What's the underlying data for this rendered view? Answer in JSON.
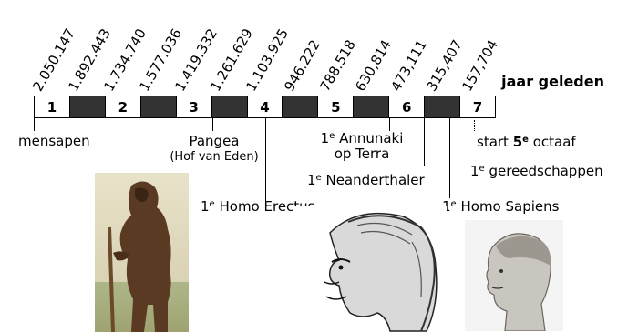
{
  "years": [
    "2.050.147",
    "1.892.443",
    "1.734.740",
    "1.577.036",
    "1.419.332",
    "1.261.629",
    "1.103.925",
    "946.222",
    "788.518",
    "630,814",
    "473,111",
    "315,407",
    "157,704"
  ],
  "units_label": "jaar geleden",
  "octaves": [
    "1",
    "2",
    "3",
    "4",
    "5",
    "6",
    "7"
  ],
  "labels": {
    "mensapen": "mensapen",
    "pangea": "Pangea",
    "pangea_sub": "(Hof van Eden)",
    "sup": "e",
    "one": "1",
    "annunaki": "Annunaki",
    "op_terra": "op Terra",
    "neanderthaler": "Neanderthaler",
    "homo_erectus": "Homo Erectus",
    "homo_sapiens": "Homo Sapiens",
    "start": "start",
    "start_num": "5",
    "octaaf": "octaaf",
    "gereedschappen": "gereedschappen"
  },
  "colors": {
    "dark_segment": "#333333",
    "light_segment": "#ffffff"
  }
}
